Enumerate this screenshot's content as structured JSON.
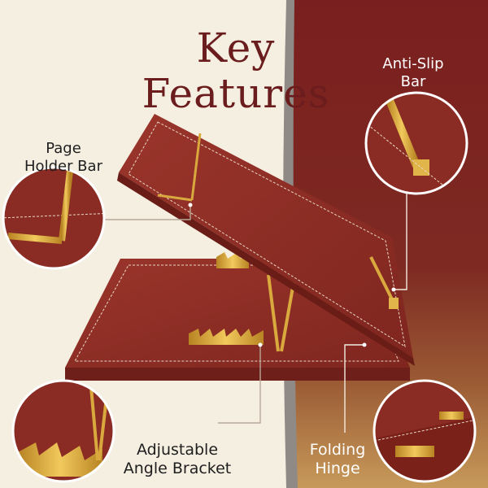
{
  "heading": {
    "line1": "Key",
    "line2": "Features"
  },
  "callouts": {
    "page_holder": {
      "line1": "Page",
      "line2": "Holder Bar"
    },
    "anti_slip": {
      "line1": "Anti-Slip",
      "line2": "Bar"
    },
    "angle_bracket": {
      "line1": "Adjustable",
      "line2": "Angle Bracket"
    },
    "hinge": {
      "line1": "Folding",
      "line2": "Hinge"
    }
  },
  "colors": {
    "background_cream": "#f5efe2",
    "panel_maroon": "#7a1f1f",
    "panel_gold": "#c79a5a",
    "wood": "#8e2f26",
    "brass": "#d9a93e",
    "title": "#6b1d1d"
  }
}
